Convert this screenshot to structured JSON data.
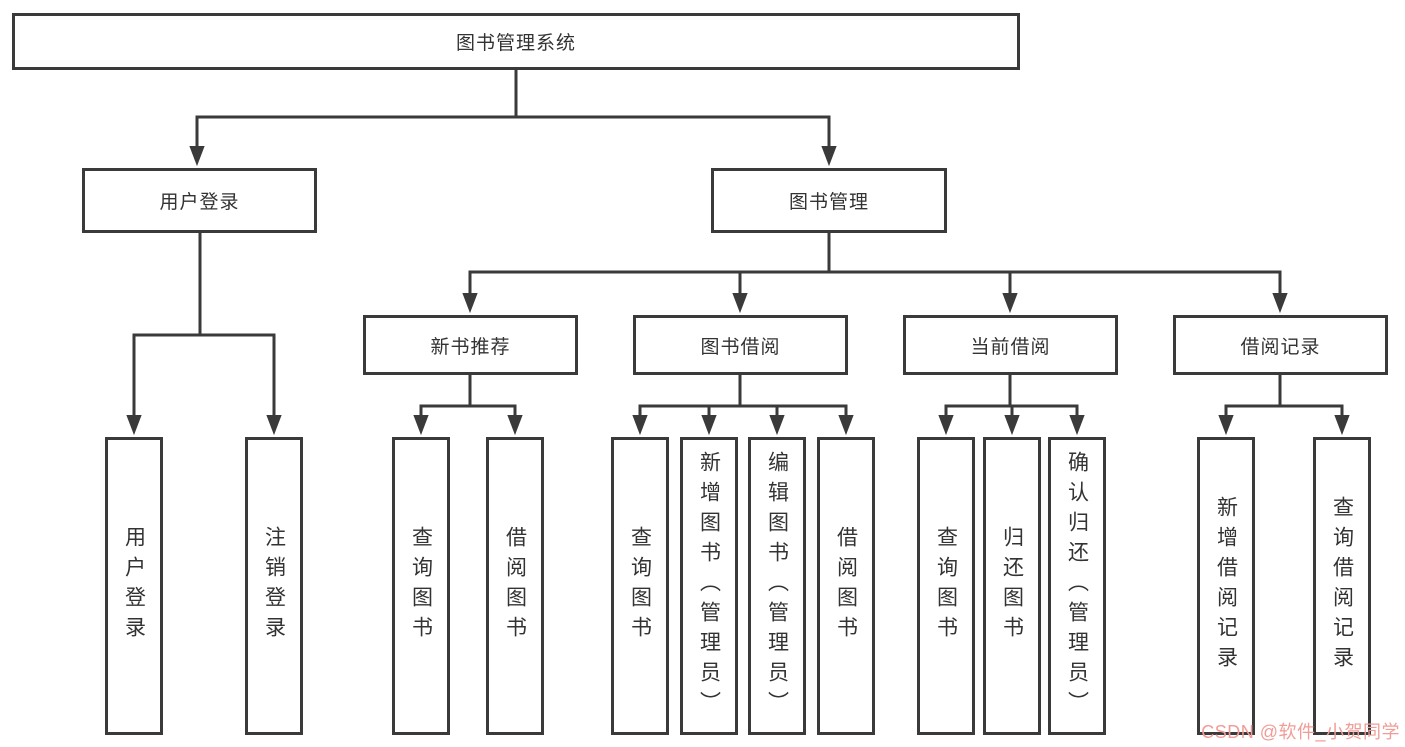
{
  "tree": {
    "root": "图书管理系统",
    "level2": [
      "用户登录",
      "图书管理"
    ],
    "level3": [
      "新书推荐",
      "图书借阅",
      "当前借阅",
      "借阅记录"
    ],
    "leaf_groups": [
      {
        "parent": "用户登录",
        "items": [
          "用户登录",
          "注销登录"
        ]
      },
      {
        "parent": "新书推荐",
        "items": [
          "查询图书",
          "借阅图书"
        ]
      },
      {
        "parent": "图书借阅",
        "items": [
          "查询图书",
          "新增图书（管理员）",
          "编辑图书（管理员）",
          "借阅图书"
        ]
      },
      {
        "parent": "当前借阅",
        "items": [
          "查询图书",
          "归还图书",
          "确认归还（管理员）"
        ]
      },
      {
        "parent": "借阅记录",
        "items": [
          "新增借阅记录",
          "查询借阅记录"
        ]
      }
    ]
  },
  "watermark": {
    "text": "CSDN @软件_小贺同学",
    "color": "#f19c96"
  },
  "colors": {
    "line": "#3a3a3a",
    "text": "#333333",
    "background": "#ffffff"
  }
}
